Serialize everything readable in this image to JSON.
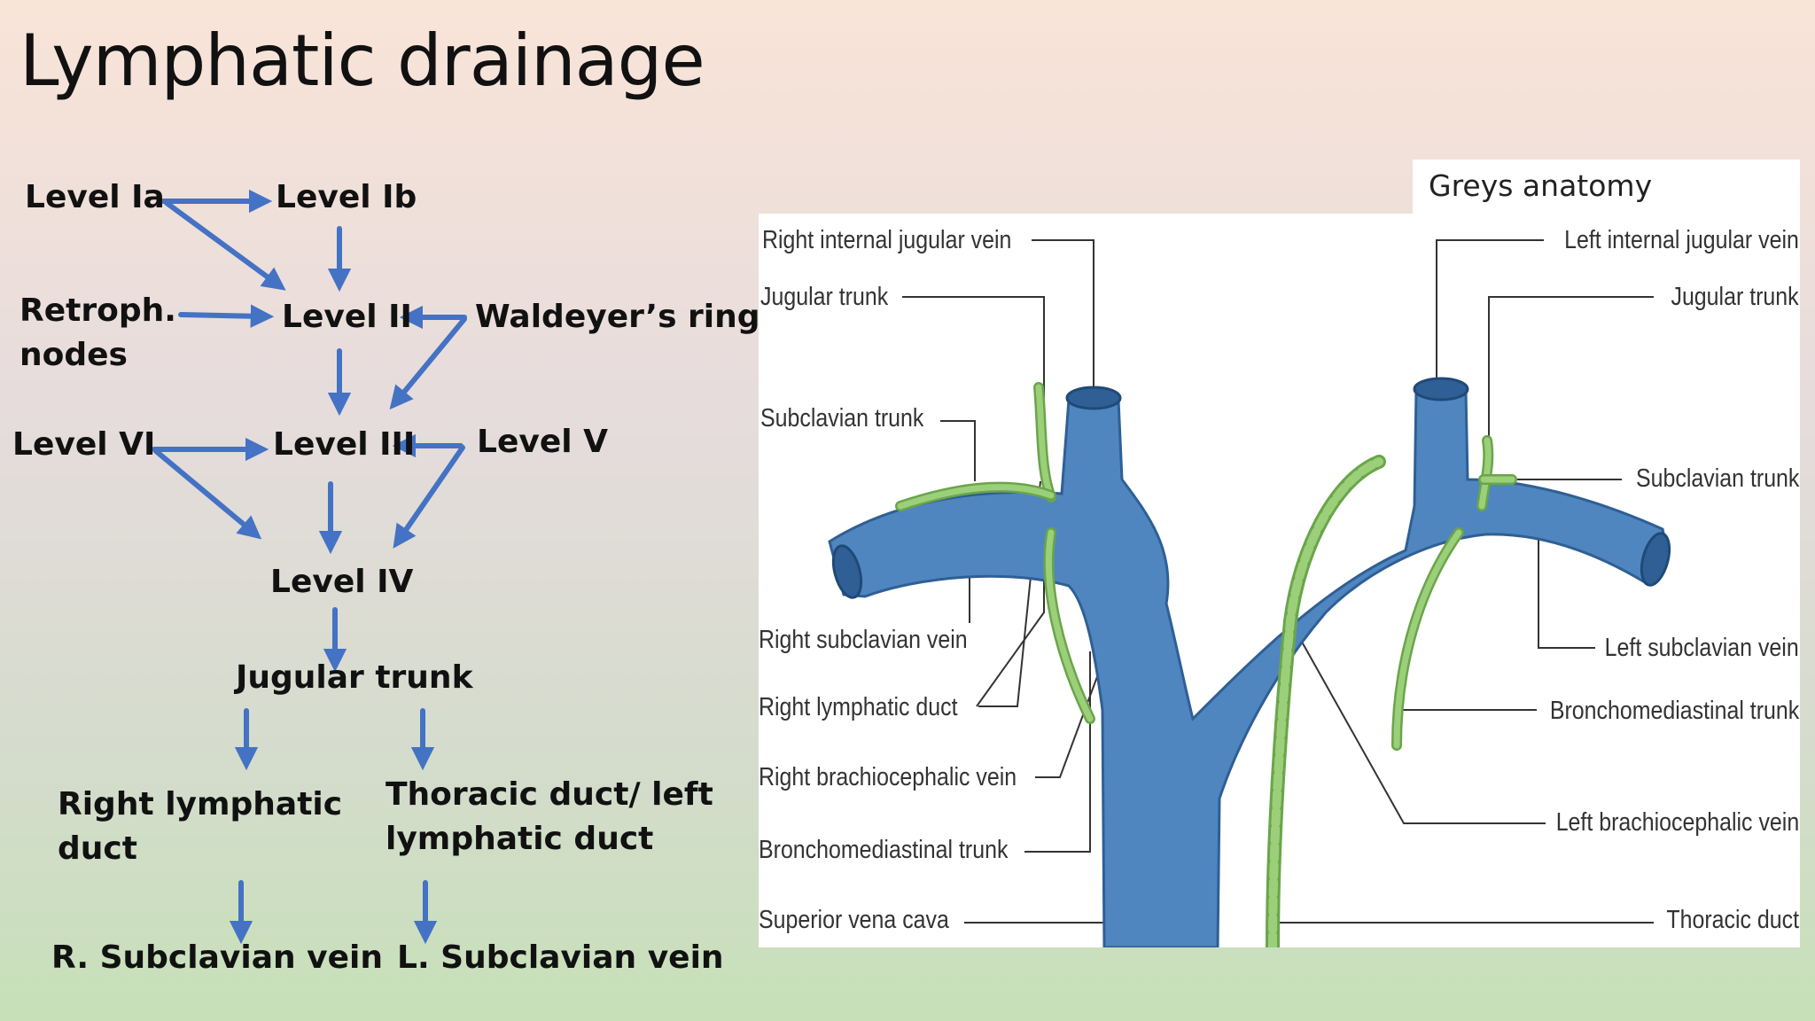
{
  "slide": {
    "title": "Lymphatic drainage"
  },
  "flowchart": {
    "nodes": {
      "level_ia": "Level Ia",
      "level_ib": "Level Ib",
      "retroph_line1": "Retroph.",
      "retroph_line2": "nodes",
      "level_ii": "Level II",
      "waldeyer": "Waldeyer’s ring",
      "level_vi": "Level VI",
      "level_iii": "Level III",
      "level_v": "Level V",
      "level_iv": "Level IV",
      "jugular_trunk": "Jugular trunk",
      "right_lymphatic_line1": "Right lymphatic",
      "right_lymphatic_line2": "duct",
      "thoracic_line1": "Thoracic duct/ left",
      "thoracic_line2": "lymphatic duct",
      "r_subclavian": "R. Subclavian vein",
      "l_subclavian": "L. Subclavian vein"
    },
    "edges": [
      [
        "level_ia",
        "level_ib"
      ],
      [
        "level_ia",
        "level_ii"
      ],
      [
        "level_ib",
        "level_ii"
      ],
      [
        "retroph",
        "level_ii"
      ],
      [
        "waldeyer",
        "level_ii"
      ],
      [
        "waldeyer",
        "level_iii"
      ],
      [
        "level_ii",
        "level_iii"
      ],
      [
        "level_vi",
        "level_iii"
      ],
      [
        "level_vi",
        "level_iv"
      ],
      [
        "level_v",
        "level_iii"
      ],
      [
        "level_v",
        "level_iv"
      ],
      [
        "level_iii",
        "level_iv"
      ],
      [
        "level_iv",
        "jugular_trunk"
      ],
      [
        "jugular_trunk",
        "right_lymphatic"
      ],
      [
        "jugular_trunk",
        "thoracic"
      ],
      [
        "right_lymphatic",
        "r_subclavian"
      ],
      [
        "thoracic",
        "l_subclavian"
      ]
    ],
    "arrow_color": "#4472c4"
  },
  "anatomy_figure": {
    "source": "Greys anatomy",
    "labels_left": {
      "right_internal_jugular_vein": "Right internal jugular vein",
      "jugular_trunk": "Jugular trunk",
      "subclavian_trunk": "Subclavian trunk",
      "right_subclavian_vein": "Right subclavian vein",
      "right_lymphatic_duct": "Right lymphatic duct",
      "right_brachiocephalic_vein": "Right brachiocephalic vein",
      "bronchomediastinal_trunk": "Bronchomediastinal trunk",
      "superior_vena_cava": "Superior vena cava"
    },
    "labels_right": {
      "left_internal_jugular_vein": "Left internal jugular vein",
      "jugular_trunk": "Jugular trunk",
      "subclavian_trunk": "Subclavian trunk",
      "left_subclavian_vein": "Left subclavian vein",
      "bronchomediastinal_trunk": "Bronchomediastinal trunk",
      "left_brachiocephalic_vein": "Left brachiocephalic vein",
      "thoracic_duct": "Thoracic duct"
    },
    "colors": {
      "vein": "#4f86c0",
      "vein_dark": "#2f5f94",
      "lymph": "#9ccf7a",
      "lymph_dark": "#6aa54a",
      "leader_line": "#333333"
    }
  }
}
